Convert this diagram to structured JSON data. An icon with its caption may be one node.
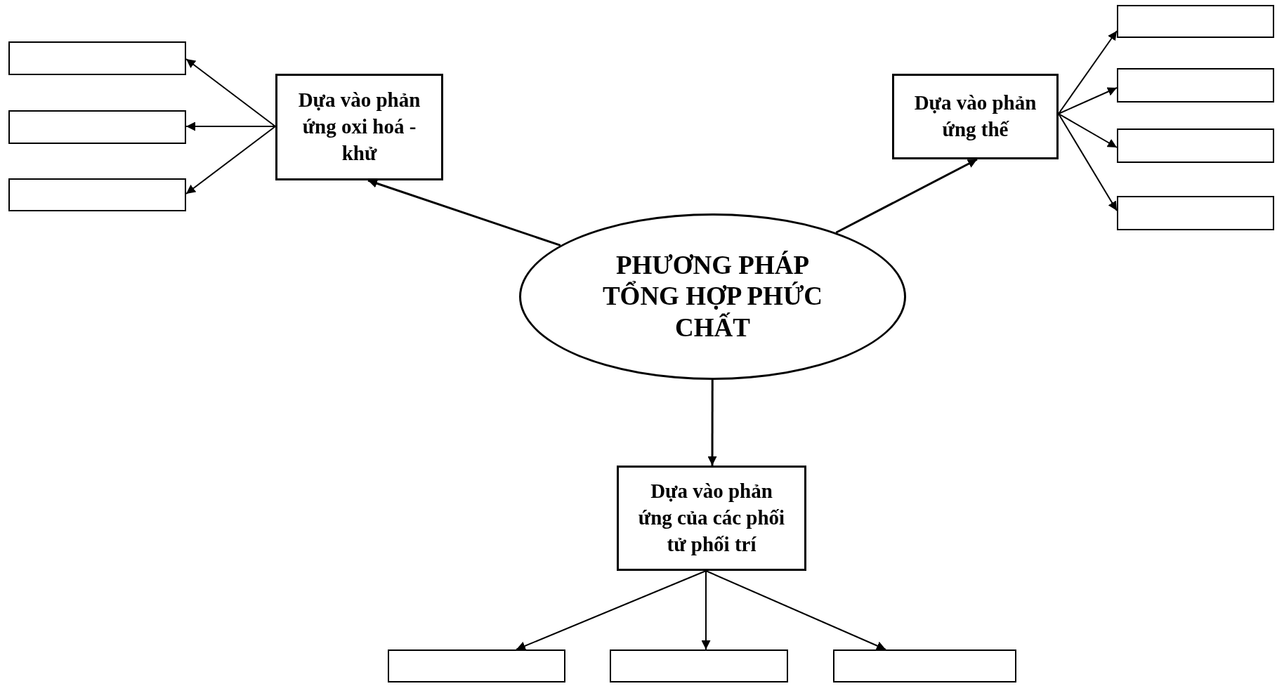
{
  "diagram": {
    "nodes": [
      {
        "text": [
          "PHƯƠNG PHÁP TỔNG HỢP PHỨC CHẤT"
        ]
      },
      {
        "text": [
          "Dựa vào phản ứng oxi hoá - khử"
        ]
      },
      {
        "text": [
          "Dựa vào phản ứng thế"
        ]
      },
      {
        "text": [
          "Dựa vào phản ứng của các phối tử phối trí"
        ]
      },
      {
        "text": [],
        "shape": "box"
      },
      {
        "text": [],
        "shape": "box"
      },
      {
        "text": [],
        "shape": "box"
      },
      {
        "text": [],
        "shape": "box"
      },
      {
        "text": [],
        "shape": "box"
      },
      {
        "text": [],
        "shape": "box"
      },
      {
        "text": [],
        "shape": "box"
      },
      {
        "text": [],
        "shape": "box"
      },
      {
        "text": [],
        "shape": "box"
      },
      {
        "text": [],
        "shape": "box"
      }
    ],
    "edges": [
      {
        "from": 0,
        "to": 1,
        "arrow": "to"
      },
      {
        "from": 0,
        "to": 2,
        "arrow": "to"
      },
      {
        "from": 0,
        "to": 3,
        "arrow": "to"
      },
      {
        "from": 1,
        "to": 4,
        "arrow": "to"
      },
      {
        "from": 1,
        "to": 5,
        "arrow": "to"
      },
      {
        "from": 1,
        "to": 6,
        "arrow": "to"
      },
      {
        "from": 2,
        "to": 7,
        "arrow": "to"
      },
      {
        "from": 2,
        "to": 8,
        "arrow": "to"
      },
      {
        "from": 2,
        "to": 9,
        "arrow": "to"
      },
      {
        "from": 2,
        "to": 10,
        "arrow": "to"
      },
      {
        "from": 3,
        "to": 11,
        "arrow": "to"
      },
      {
        "from": 3,
        "to": 12,
        "arrow": "to"
      },
      {
        "from": 3,
        "to": 13,
        "arrow": "to"
      }
    ]
  }
}
